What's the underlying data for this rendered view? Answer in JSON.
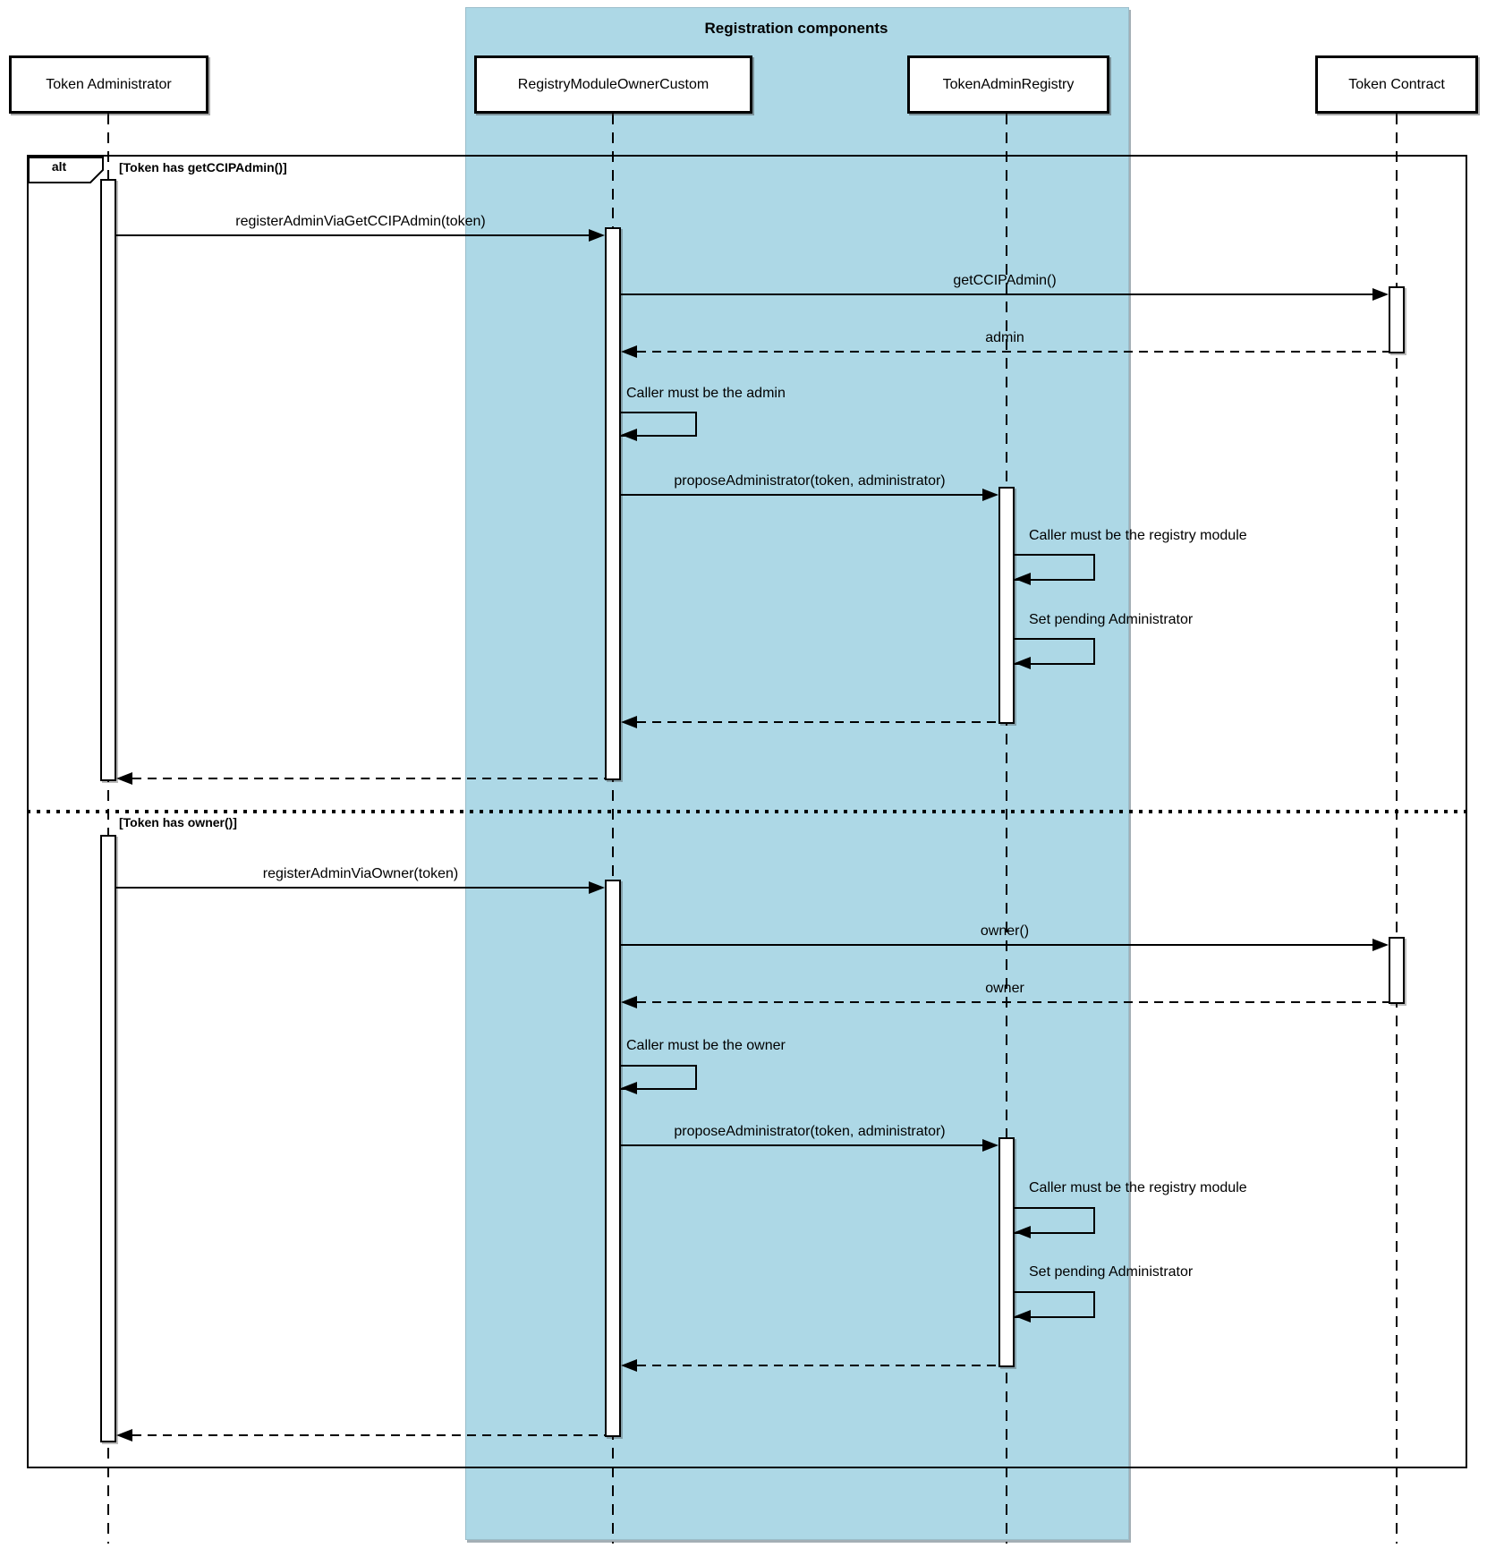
{
  "container": {
    "title": "Registration components"
  },
  "participants": {
    "token_administrator": "Token Administrator",
    "registry_module": "RegistryModuleOwnerCustom",
    "token_admin_registry": "TokenAdminRegistry",
    "token_contract": "Token Contract"
  },
  "alt_frame": {
    "operator": "alt",
    "condition_1": "[Token has getCCIPAdmin()]",
    "condition_2": "[Token has owner()]"
  },
  "section_1": {
    "msg_register": "registerAdminViaGetCCIPAdmin(token)",
    "msg_get_ccip_admin": "getCCIPAdmin()",
    "msg_admin_return": "admin",
    "note_caller_admin": "Caller must be the admin",
    "msg_propose": "proposeAdministrator(token, administrator)",
    "note_caller_registry": "Caller must be the registry module",
    "note_set_pending": "Set pending Administrator"
  },
  "section_2": {
    "msg_register": "registerAdminViaOwner(token)",
    "msg_owner_call": "owner()",
    "msg_owner_return": "owner",
    "note_caller_owner": "Caller must be the owner",
    "msg_propose": "proposeAdministrator(token, administrator)",
    "note_caller_registry": "Caller must be the registry module",
    "note_set_pending": "Set pending Administrator"
  },
  "colors": {
    "container_fill": "#ADD8E6",
    "participant_fill": "#FFFFFF",
    "line": "#000000"
  }
}
